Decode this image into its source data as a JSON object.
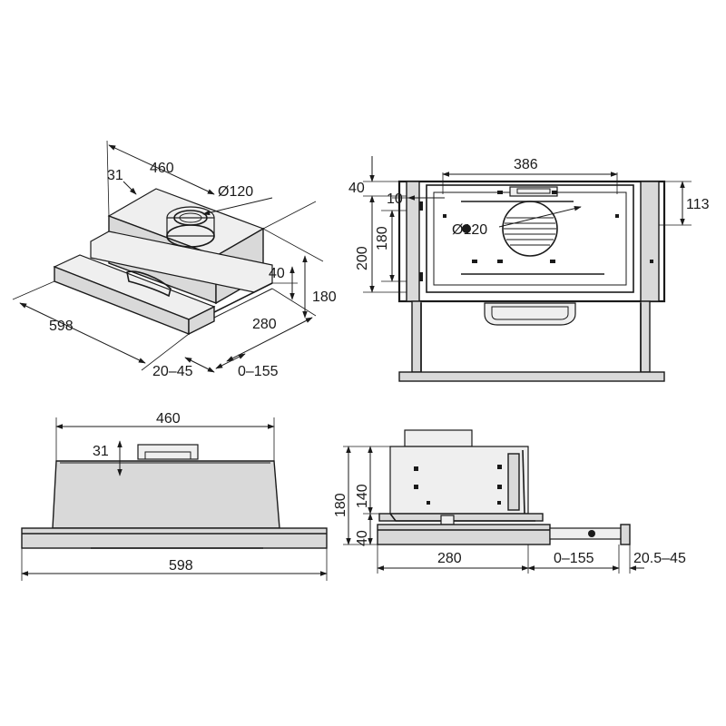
{
  "views": {
    "isometric": {
      "labels": {
        "width_top": "460",
        "offset": "31",
        "duct": "Ø120",
        "trim": "40",
        "height": "180",
        "width_front": "598",
        "depth": "280",
        "slide_gap": "20–45",
        "extension": "0–155"
      }
    },
    "front": {
      "labels": {
        "duct_spacing": "386",
        "top_offset": "40",
        "inner_offset": "10",
        "duct": "Ø120",
        "inner_height": "180",
        "outer_height": "200",
        "right_offset": "113"
      }
    },
    "elevation": {
      "labels": {
        "width_top": "460",
        "offset": "31",
        "width_bottom": "598"
      }
    },
    "side": {
      "labels": {
        "total_height": "180",
        "body_height": "140",
        "trim": "40",
        "depth": "280",
        "extension": "0–155",
        "slide_gap": "20.5–45"
      }
    }
  }
}
